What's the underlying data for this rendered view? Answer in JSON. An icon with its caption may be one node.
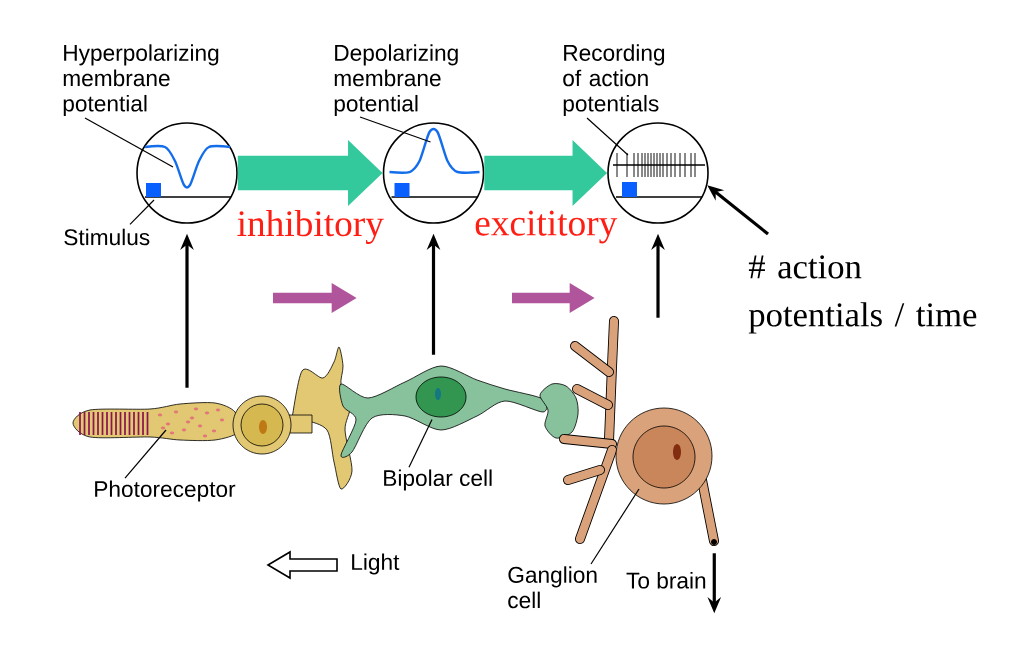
{
  "diagram": {
    "nodes": [
      {
        "text": [],
        "shape": "circle"
      },
      {
        "text": [],
        "shape": "circle"
      },
      {
        "text": [],
        "shape": "circle"
      },
      {
        "text": [],
        "shape": "picture"
      },
      {
        "text": [],
        "shape": "picture"
      },
      {
        "text": [],
        "shape": "picture"
      },
      {
        "text": [
          "Hyperpolarizing membrane potential"
        ]
      },
      {
        "text": [
          "Depolarizing membrane potential"
        ]
      },
      {
        "text": [
          "Recording of action potentials"
        ]
      },
      {
        "text": [
          "Stimulus"
        ]
      },
      {
        "text": [
          "# action potentials / time"
        ]
      },
      {
        "text": [
          "Photoreceptor"
        ]
      },
      {
        "text": [
          "Bipolar cell"
        ]
      },
      {
        "text": [
          "Ganglion cell"
        ]
      }
    ],
    "edges": [
      {
        "from": 0,
        "to": 1,
        "arrow": "to",
        "label": "inhibitory",
        "style": "thick",
        "color": "#33c99c"
      },
      {
        "from": 1,
        "to": 2,
        "arrow": "to",
        "label": "excititory",
        "style": "thick",
        "color": "#33c99c"
      },
      {
        "from": 3,
        "to": 0,
        "arrow": "to",
        "style": "thick"
      },
      {
        "from": 4,
        "to": 1,
        "arrow": "to",
        "style": "thick"
      },
      {
        "from": 5,
        "to": 2,
        "arrow": "to",
        "style": "thick"
      },
      {
        "from": 6,
        "to": 0,
        "arrow": "none"
      },
      {
        "from": 7,
        "to": 1,
        "arrow": "none"
      },
      {
        "from": 8,
        "to": 2,
        "arrow": "none"
      },
      {
        "from": 9,
        "to": 0,
        "arrow": "none"
      },
      {
        "from": 10,
        "to": 2,
        "arrow": "to",
        "style": "thick"
      },
      {
        "from": 11,
        "to": 3,
        "arrow": "none"
      },
      {
        "from": 12,
        "to": 4,
        "arrow": "none"
      },
      {
        "from": 13,
        "to": 5,
        "arrow": "none"
      },
      {
        "from": 5,
        "to": null,
        "arrow": "to",
        "label": "To brain",
        "style": "thick"
      }
    ],
    "labels": [
      "Light"
    ]
  }
}
